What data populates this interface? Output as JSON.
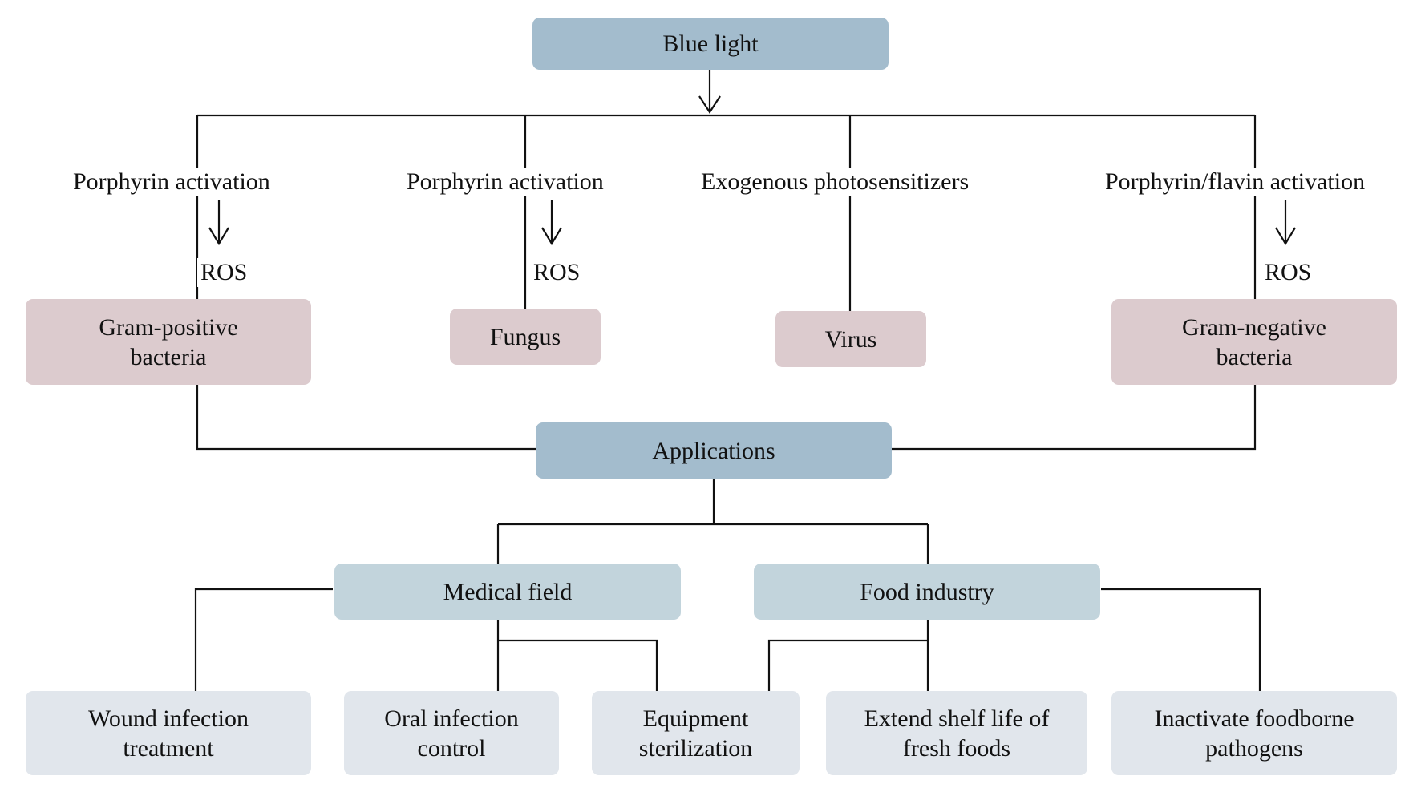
{
  "diagram": {
    "root": "Blue light",
    "pathways": [
      {
        "mechanism": "Porphyrin activation",
        "product": "ROS",
        "organism": "Gram-positive\nbacteria"
      },
      {
        "mechanism": "Porphyrin activation",
        "product": "ROS",
        "organism": "Fungus"
      },
      {
        "mechanism": "Exogenous photosensitizers",
        "product": "",
        "organism": "Virus"
      },
      {
        "mechanism": "Porphyrin/flavin activation",
        "product": "ROS",
        "organism": "Gram-negative\nbacteria"
      }
    ],
    "applications": {
      "title": "Applications",
      "fields": [
        {
          "name": "Medical field"
        },
        {
          "name": "Food industry"
        }
      ],
      "uses": [
        "Wound infection\ntreatment",
        "Oral infection\ncontrol",
        "Equipment\nsterilization",
        "Extend shelf life of\nfresh foods",
        "Inactivate foodborne\npathogens"
      ]
    }
  },
  "colors": {
    "root": "#a3bccd",
    "organism": "#dccbce",
    "field": "#c2d4dc",
    "use": "#e1e6ec",
    "line": "#111111"
  }
}
